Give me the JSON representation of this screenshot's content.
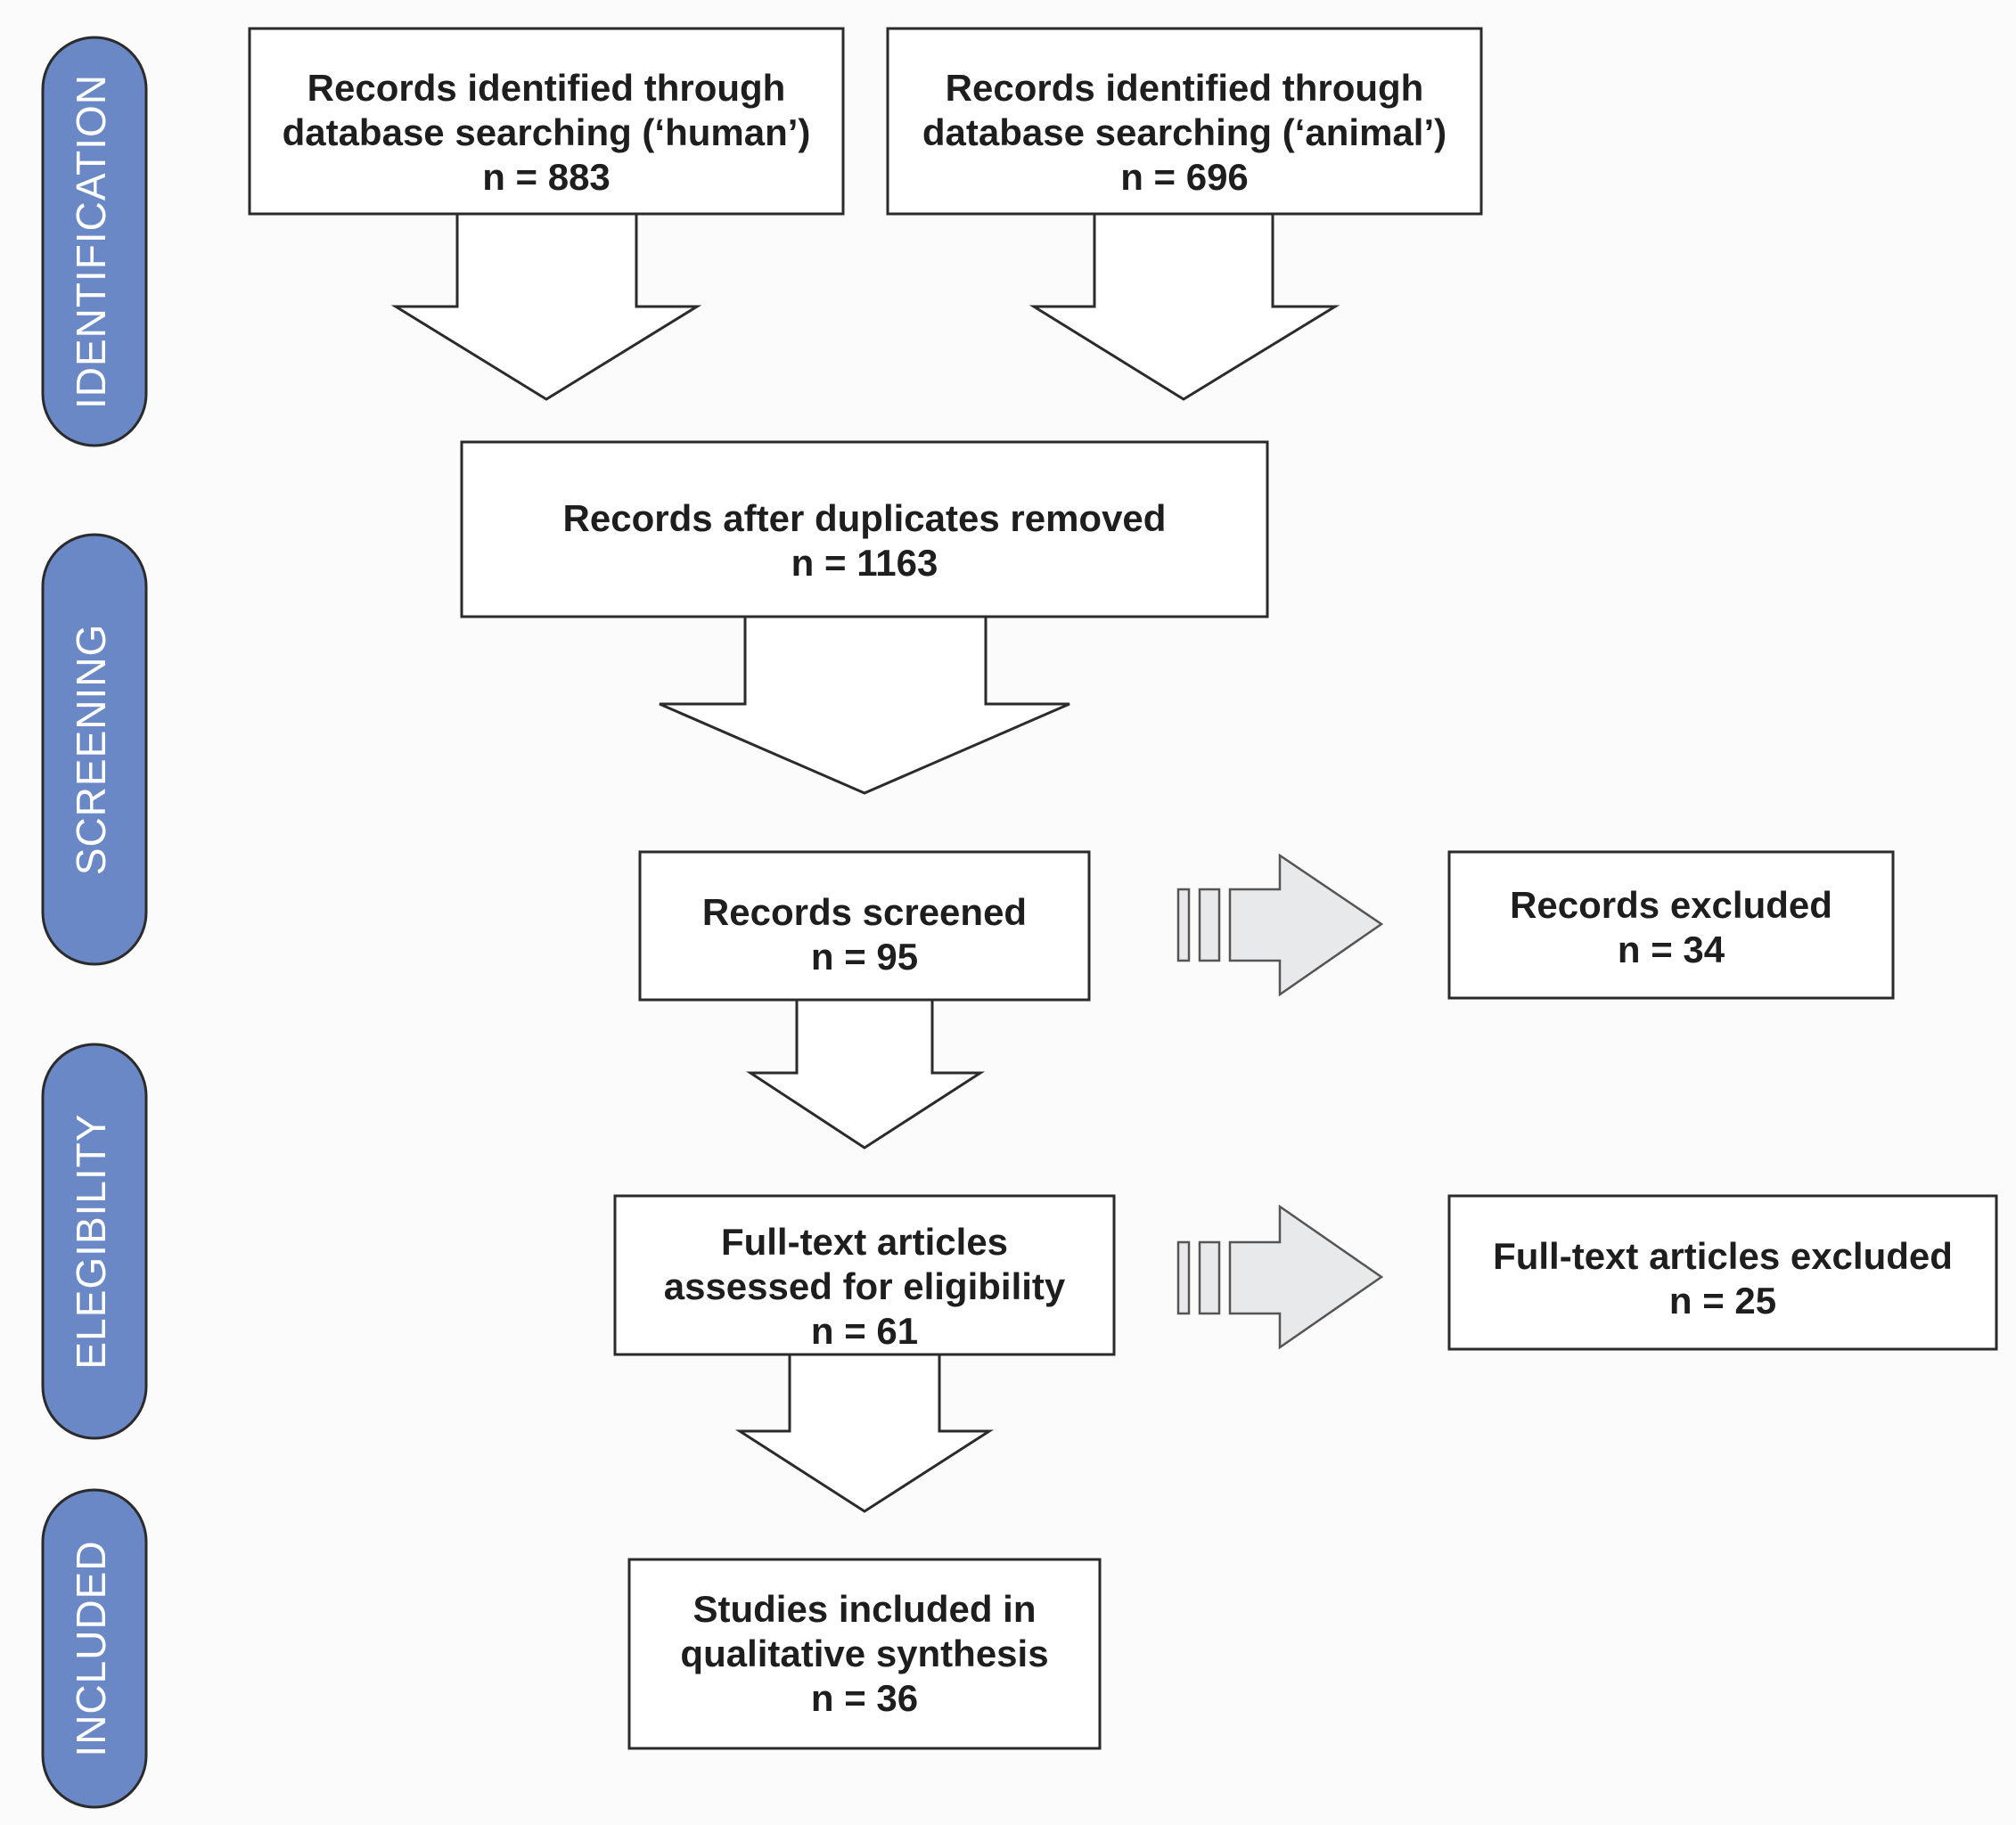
{
  "colors": {
    "phase_fill": "#6b88c6",
    "box_stroke": "#2b2b2b",
    "box_fill": "#ffffff",
    "arrow_fill": "#ffffff",
    "side_arrow_fill": "#e8e9ea",
    "side_arrow_stroke": "#555555"
  },
  "phases": [
    {
      "label": "IDENTIFICATION"
    },
    {
      "label": "SCREENING"
    },
    {
      "label": "ELEGIBILITY"
    },
    {
      "label": "INCLUDED"
    }
  ],
  "boxes": {
    "human": {
      "lines": [
        "Records identified through",
        "database searching (‘human’)",
        "n = 883"
      ]
    },
    "animal": {
      "lines": [
        "Records identified through",
        "database searching (‘animal’)",
        "n = 696"
      ]
    },
    "duplicates": {
      "lines": [
        "Records after duplicates removed",
        "n = 1163"
      ]
    },
    "screened": {
      "lines": [
        "Records screened",
        "n = 95"
      ]
    },
    "excluded": {
      "lines": [
        "Records excluded",
        "n = 34"
      ]
    },
    "fulltext": {
      "lines": [
        "Full-text articles",
        "assessed for eligibility",
        "n = 61"
      ]
    },
    "fulltext_excluded": {
      "lines": [
        "Full-text articles excluded",
        "n = 25"
      ]
    },
    "included": {
      "lines": [
        "Studies included in",
        "qualitative synthesis",
        "n = 36"
      ]
    }
  }
}
